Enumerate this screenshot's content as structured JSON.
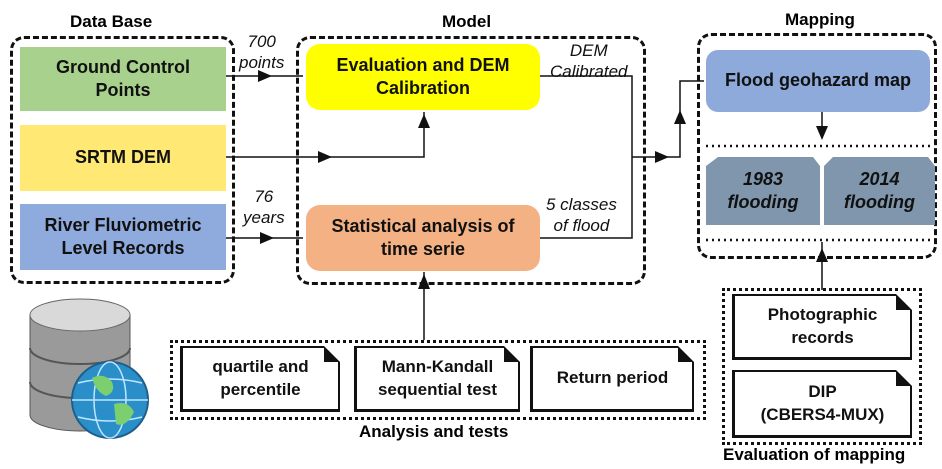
{
  "sections": {
    "database": "Data Base",
    "model": "Model",
    "mapping": "Mapping",
    "analysis": "Analysis and tests",
    "evaluation": "Evaluation of mapping"
  },
  "database_boxes": {
    "gcp": "Ground Control\nPoints",
    "srtm": "SRTM DEM",
    "river": "River Fluviometric\nLevel Records"
  },
  "model_boxes": {
    "evaluation": "Evaluation and DEM\nCalibration",
    "statistical": "Statistical analysis of\ntime serie"
  },
  "edge_labels": {
    "points": "700\npoints",
    "years": "76\nyears",
    "dem": "DEM\nCalibrated",
    "classes": "5 classes\nof flood"
  },
  "mapping": {
    "map": "Flood geohazard map",
    "flood_1983": "1983\nflooding",
    "flood_2014": "2014\nflooding"
  },
  "analysis_tests": {
    "quartile": "quartile and\npercentile",
    "mann": "Mann-Kandall\nsequential test",
    "return": "Return period"
  },
  "evaluation_items": {
    "photo": "Photographic\nrecords",
    "dip": "DIP\n(CBERS4-MUX)"
  },
  "colors": {
    "green": "#a9d18e",
    "yellow": "#ffe873",
    "blue": "#8faadc",
    "bright_yellow": "#ffff00",
    "orange": "#f4b183",
    "light_blue": "#8eaadb",
    "slate": "#7f96ad"
  },
  "icons": [
    "database-globe-icon"
  ]
}
